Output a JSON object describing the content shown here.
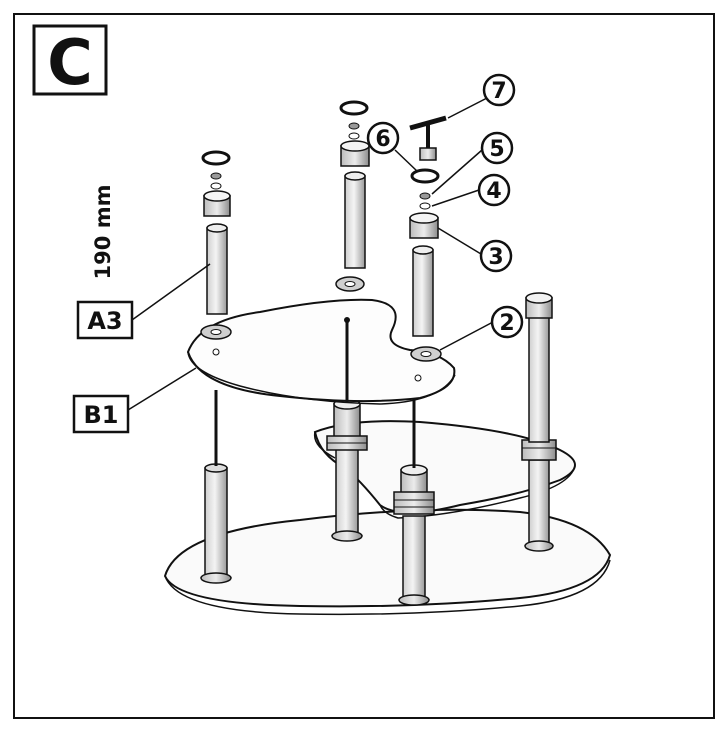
{
  "panel": {
    "letter": "C",
    "dimension": "190 mm"
  },
  "labels": {
    "part_a": "A3",
    "part_b": "B1"
  },
  "callouts": [
    "2",
    "3",
    "4",
    "5",
    "6",
    "7"
  ]
}
